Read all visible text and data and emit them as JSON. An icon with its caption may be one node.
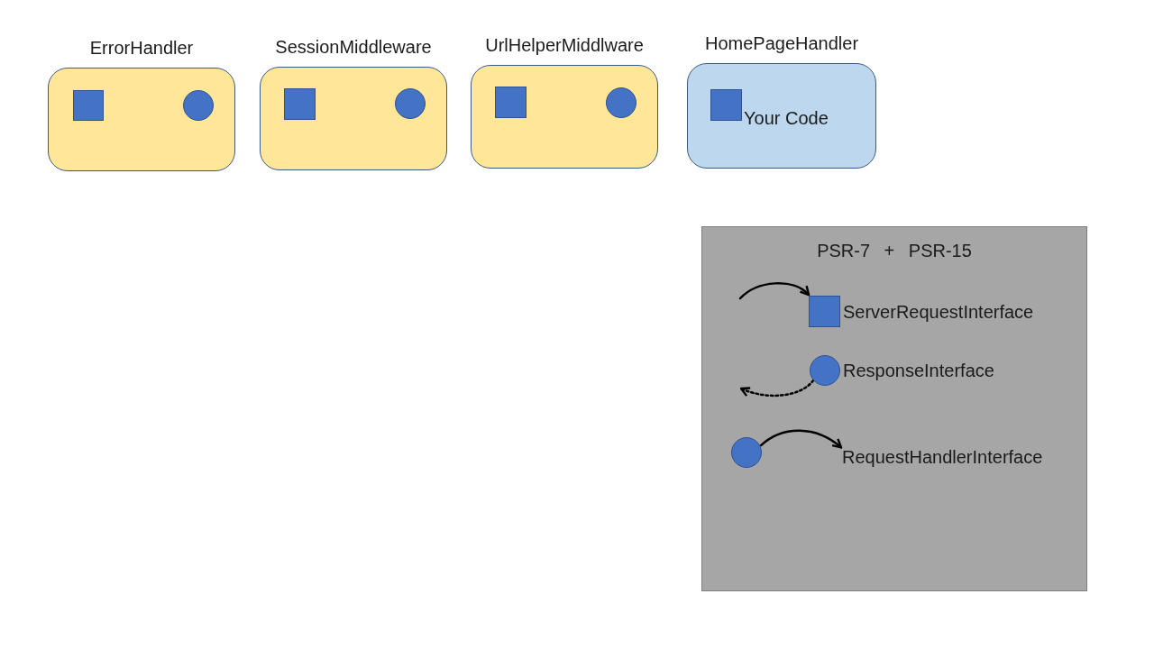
{
  "diagram": {
    "nodes": [
      {
        "text": [
          "ErrorHandler"
        ]
      },
      {
        "text": [],
        "shape": "box",
        "in": 0
      },
      {
        "text": [],
        "shape": "circle",
        "in": 0
      },
      {
        "text": [
          "SessionMiddleware"
        ]
      },
      {
        "text": [],
        "shape": "box",
        "in": 3
      },
      {
        "text": [],
        "shape": "circle",
        "in": 3
      },
      {
        "text": [
          "UrlHelperMiddlware"
        ]
      },
      {
        "text": [],
        "shape": "box",
        "in": 6
      },
      {
        "text": [],
        "shape": "circle",
        "in": 6
      },
      {
        "text": [
          "HomePageHandler",
          "Your Code"
        ]
      },
      {
        "text": [],
        "shape": "box",
        "in": 9
      },
      {
        "text": [
          "PSR-7 + PSR-15"
        ]
      },
      {
        "text": [],
        "shape": "box",
        "in": 11,
        "beside": [
          "ServerRequestInterface"
        ]
      },
      {
        "text": [],
        "shape": "circle",
        "in": 11,
        "beside": [
          "ResponseInterface"
        ]
      },
      {
        "text": [],
        "shape": "circle",
        "in": 11
      },
      {
        "text": [
          "RequestHandlerInterface"
        ],
        "in": 11
      }
    ],
    "edges": [
      {
        "from": null,
        "to": 12,
        "arrow": "to"
      },
      {
        "from": 13,
        "to": null,
        "arrow": "to",
        "style": "dashed"
      },
      {
        "from": 14,
        "to": 15,
        "arrow": "to"
      }
    ]
  }
}
